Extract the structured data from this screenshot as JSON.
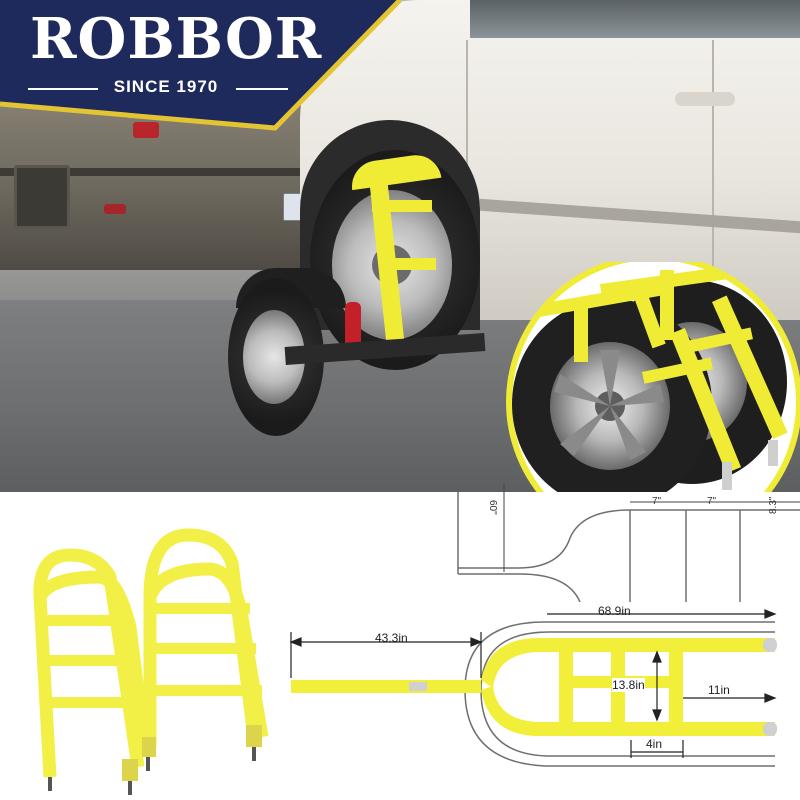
{
  "brand": {
    "name": "ROBBOR",
    "since": "SINCE 1970",
    "banner_color": "#1f2a5c",
    "accent_color": "#e3c533"
  },
  "strap_color": "#f0ec35",
  "top_diagram": {
    "height_label": "60\"",
    "spacing_labels": [
      "7\"",
      "7\"",
      "8.3\""
    ],
    "overall_label": "68.9in"
  },
  "bottom_diagram": {
    "tail_length": "43.3in",
    "ladder_height": "13.8in",
    "end_length": "11in",
    "rung_spacing": "4in"
  }
}
